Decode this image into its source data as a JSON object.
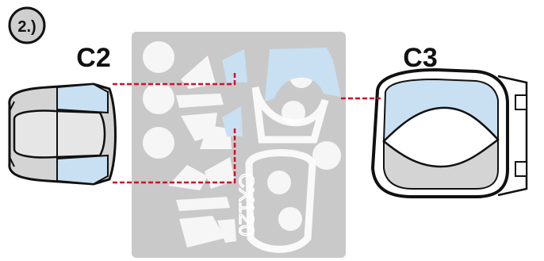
{
  "step": {
    "label": "2.)"
  },
  "parts": {
    "left": {
      "label": "C2"
    },
    "right": {
      "label": "C3"
    }
  },
  "sheet": {
    "code": "CX120"
  },
  "colors": {
    "mask_sheet": "#c9c9c9",
    "mask_blue": "#c8e0f2",
    "canopy_grey": "#d4d4d4",
    "leader_line": "#d0112b",
    "outline": "#111111"
  }
}
